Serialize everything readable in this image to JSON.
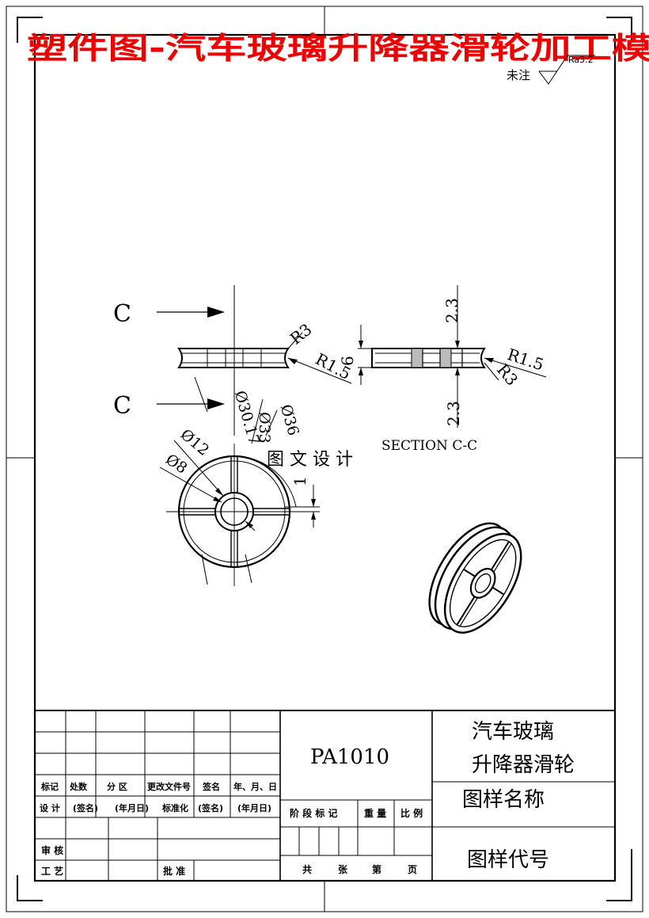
{
  "banner": {
    "title": "塑件图-汽车玻璃升降器滑轮加工模",
    "color": "#ee0000"
  },
  "surface_finish": {
    "prefix": "未注",
    "value": "Ra3.2"
  },
  "drawing": {
    "section_marker": "C",
    "section_title": "SECTION C-C",
    "watermark": "图 文 设 计",
    "dims": {
      "r3": "R3",
      "r1_5": "R1.5",
      "d30_17": "Ø30.17",
      "d33": "Ø33",
      "d36": "Ø36",
      "d12": "Ø12",
      "d8": "Ø8",
      "one": "1",
      "six": "6",
      "t2_3": "2.3"
    }
  },
  "title_block": {
    "drawing_number": "PA1010",
    "part_name_line1": "汽车玻璃",
    "part_name_line2": "升降器滑轮",
    "drawing_name": "图样名称",
    "drawing_code": "图样代号",
    "rev_headers": [
      "标记",
      "处数",
      "分 区",
      "更改文件号",
      "签名",
      "年、月、日"
    ],
    "design_row": [
      "设 计",
      "(签名)",
      "(年月日)",
      "标准化",
      "(签名)",
      "(年月日)"
    ],
    "stage_headers": [
      "阶 段 标 记",
      "重 量",
      "比 例"
    ],
    "review": "审 核",
    "process": "工 艺",
    "approve": "批 准",
    "sheets": [
      "共",
      "张",
      "第",
      "页"
    ]
  }
}
